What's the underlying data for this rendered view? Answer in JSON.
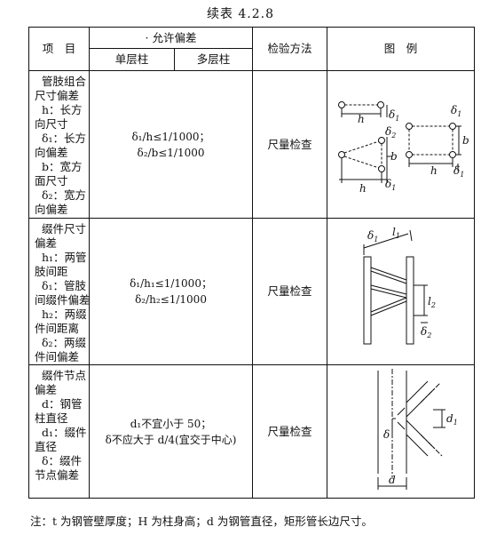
{
  "title": "续表 4.2.8",
  "header": {
    "item": "项　目",
    "allowed": "· 允许偏差",
    "single": "单层柱",
    "multi": "多层柱",
    "method": "检验方法",
    "figure": "图　例"
  },
  "rows": [
    {
      "item_lines": [
        "管肢组合",
        "尺寸偏差",
        "h：长方",
        "向尺寸",
        "δ₁：长方",
        "向偏差",
        "b：宽方",
        "面尺寸",
        "δ₂：宽方",
        "向偏差"
      ],
      "deviation_lines": [
        "δ₁/h≤1/1000；",
        "δ₂/b≤1/1000"
      ],
      "method": "尺量检查",
      "fig_labels": {
        "h": "h",
        "b": "b",
        "d1": "δ",
        "sub1": "1",
        "d2": "δ",
        "sub2": "2"
      }
    },
    {
      "item_lines": [
        "缀件尺寸",
        "偏差",
        "h₁：两管",
        "肢间距",
        "δ₁：管肢",
        "间缀件偏差",
        "h₂：两缀",
        "件间距离",
        "δ₂：两缀",
        "件间偏差"
      ],
      "deviation_lines": [
        "δ₁/h₁≤1/1000；",
        "δ₂/h₂≤1/1000"
      ],
      "method": "尺量检查",
      "fig_labels": {
        "d": "δ",
        "l": "l",
        "sub1": "1",
        "sub2": "2"
      }
    },
    {
      "item_lines": [
        "缀件节点",
        "偏差",
        "d：钢管",
        "柱直径",
        "d₁：缀件",
        "直径",
        "δ：缀件",
        "节点偏差"
      ],
      "deviation_lines": [
        "d₁不宜小于 50；",
        "δ不应大于 d/4(宜交于中心)"
      ],
      "method": "尺量检查",
      "fig_labels": {
        "d": "d",
        "d1": "d",
        "sub1": "1",
        "delta": "δ"
      }
    }
  ],
  "note": "注：t 为钢管壁厚度；H 为柱身高；d 为钢管直径，矩形管长边尺寸。"
}
